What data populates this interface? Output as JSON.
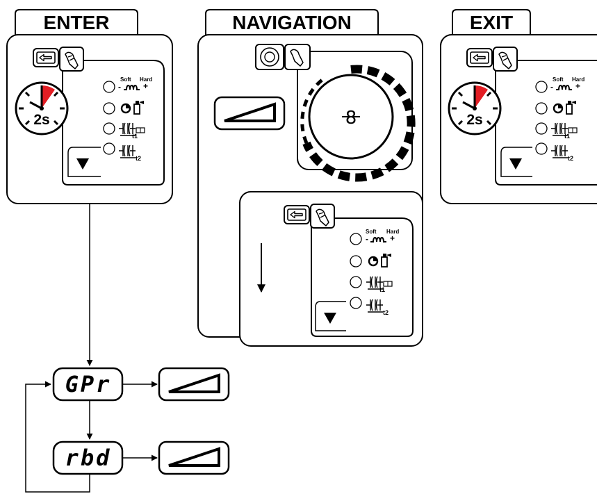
{
  "sections": {
    "enter": "ENTER",
    "navigation": "NAVIGATION",
    "exit": "EXIT"
  },
  "timer": {
    "label": "2s",
    "accent": "#e31e24"
  },
  "indicators": {
    "soft": "Soft",
    "hard": "Hard",
    "minus": "-",
    "plus": "+",
    "t1": "t1",
    "t2": "t2"
  },
  "knob_symbol": "8",
  "display": {
    "item1": "GPr",
    "item2": "rbd"
  },
  "icons": [
    "back-arrow-icon",
    "hand-press-icon",
    "stopwatch-icon",
    "indicator-led-icon",
    "inductance-icon",
    "gas-bottle-icon",
    "pulse-icon",
    "triangle-down-icon",
    "ramp-icon",
    "rotary-knob-icon",
    "arrow-down-icon"
  ],
  "colors": {
    "ink": "#000000",
    "accent": "#e31e24",
    "background": "#ffffff"
  }
}
